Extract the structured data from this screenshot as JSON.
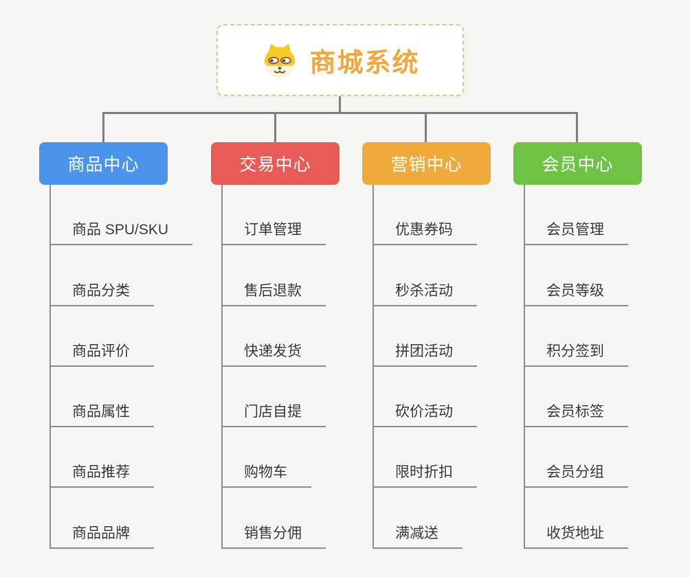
{
  "page": {
    "background": "#f5f5f4"
  },
  "root": {
    "title": "商城系统",
    "icon": "shiba-dog-icon",
    "text_color": "#f0a73e",
    "border_color": "#eec27a"
  },
  "connector_color": "#7d7d7d",
  "leaf_line_color": "#8a8a8a",
  "branches": [
    {
      "label": "商品中心",
      "color": "#4b93eb",
      "items": [
        "商品 SPU/SKU",
        "商品分类",
        "商品评价",
        "商品属性",
        "商品推荐",
        "商品品牌"
      ]
    },
    {
      "label": "交易中心",
      "color": "#e95b57",
      "items": [
        "订单管理",
        "售后退款",
        "快递发货",
        "门店自提",
        "购物车",
        "销售分佣"
      ]
    },
    {
      "label": "营销中心",
      "color": "#efaa3c",
      "items": [
        "优惠券码",
        "秒杀活动",
        "拼团活动",
        "砍价活动",
        "限时折扣",
        "满减送"
      ]
    },
    {
      "label": "会员中心",
      "color": "#6ec244",
      "items": [
        "会员管理",
        "会员等级",
        "积分签到",
        "会员标签",
        "会员分组",
        "收货地址"
      ]
    }
  ]
}
